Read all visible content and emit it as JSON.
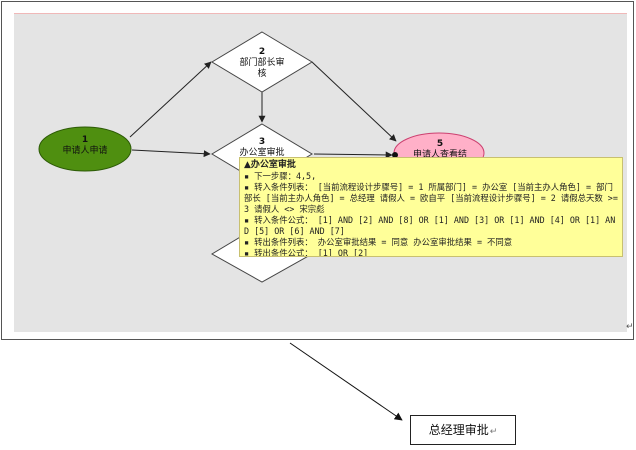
{
  "nodes": [
    {
      "id": "start",
      "num": "1",
      "label": "申请人申请",
      "fill": "#4f8f10"
    },
    {
      "id": "dept",
      "num": "2",
      "label": "部门部长审核"
    },
    {
      "id": "office",
      "num": "3",
      "label": "办公室审批"
    },
    {
      "id": "view",
      "num": "5",
      "label": "申请人查看结",
      "fill": "#ffb0c8"
    }
  ],
  "tooltip": {
    "title": "▲办公室审批",
    "lines": [
      "▪ 下一步骤：4,5,",
      "▪ 转入条件列表： [当前流程设计步骤号] = 1 所属部门] = 办公室 [当前主办人角色] = 部门部长 [当前主办人角色] = 总经理 请假人 = 欧自平 [当前流程设计步骤号] = 2 请假总天数 >= 3 请假人 <> 宋宗彪",
      "▪ 转入条件公式： [1] AND [2] AND [8] OR [1] AND [3] OR [1] AND [4] OR [1] AND [5] OR [6] AND [7]",
      "▪ 转出条件列表： 办公室审批结果 = 同意 办公室审批结果 = 不同意",
      "▪ 转出条件公式： [1] OR [2]"
    ]
  },
  "frame_mark": "↵",
  "manager_box": {
    "label": "总经理审批",
    "mark": "↵"
  }
}
